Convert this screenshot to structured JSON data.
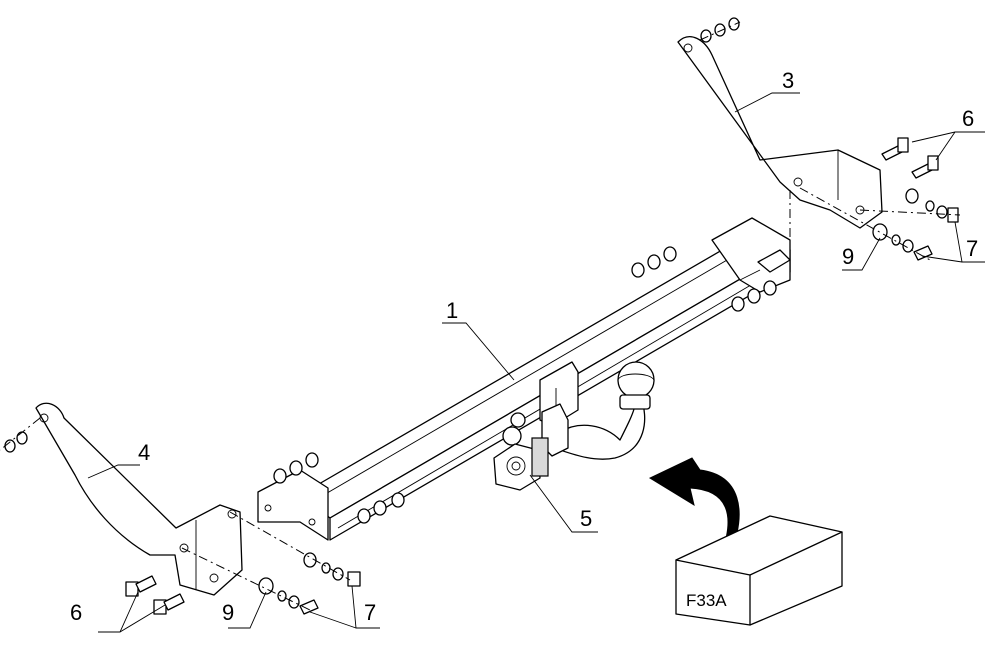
{
  "callouts": {
    "bar": "1",
    "right_bracket": "3",
    "left_bracket": "4",
    "ball_socket": "5",
    "bolt_right": "6",
    "bolt_left": "6",
    "nut_right": "7",
    "nut_left": "7",
    "washer_right": "9",
    "washer_left": "9"
  },
  "box_label": "F33A"
}
